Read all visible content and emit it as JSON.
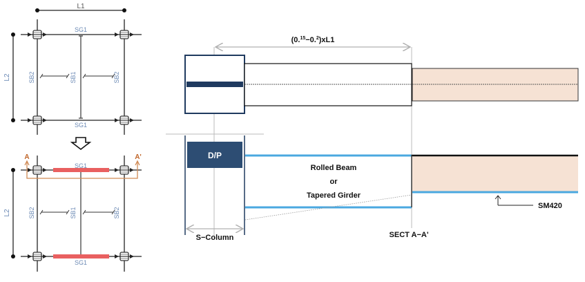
{
  "plan_top": {
    "dim_h": "L1",
    "dim_v": "L2",
    "girder_top": "SG1",
    "girder_bottom": "SG1",
    "beam_left": "SB2",
    "beam_mid": "SB1",
    "beam_right": "SB2"
  },
  "plan_bottom": {
    "dim_v": "L2",
    "girder_top": "SG1",
    "girder_bottom": "SG1",
    "beam_left": "SB2",
    "beam_mid": "SB1",
    "beam_right": "SB2",
    "section_left": "A",
    "section_right": "A'"
  },
  "arrow_icon": "down-arrow-icon",
  "elevation": {
    "dimension_text": "(0.",
    "dim_sup1": "15",
    "dim_mid": "−0.",
    "dim_sup2": "2",
    "dim_end": ")xL1",
    "dp_label": "D/P",
    "beam_line1": "Rolled Beam",
    "beam_line2": "or",
    "beam_line3": "Tapered Girder",
    "column_label": "S−Column",
    "section_label": "SECT A−A'",
    "material_label": "SM420"
  },
  "colors": {
    "navy": "#1f3a5f",
    "dp_fill": "#2d4d73",
    "flange_blue": "#4aa8e0",
    "peach": "#f6e2d4",
    "red_highlight": "#e96060",
    "section_orange": "#c8773a",
    "label_blue": "#5b7aa8",
    "guide_gray": "#b8b8b8"
  }
}
